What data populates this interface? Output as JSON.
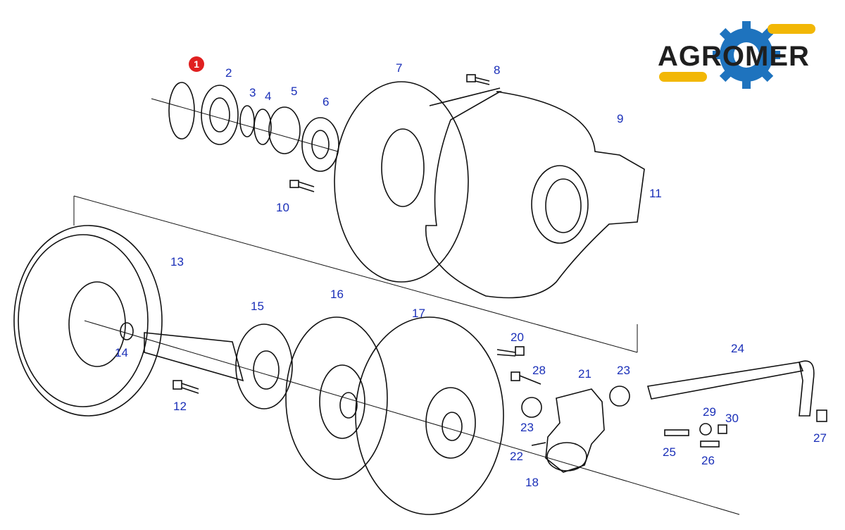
{
  "brand": {
    "name": "AGROMER",
    "colors": {
      "gear": "#1e73be",
      "wheat": "#f2b705",
      "text": "#1f1f1f"
    }
  },
  "badge": {
    "text": "1",
    "color": "#e02020"
  },
  "labels": {
    "p1": "2",
    "p2": "3",
    "p3": "4",
    "p4": "5",
    "p5": "6",
    "p6": "7",
    "p7": "8",
    "p8": "9",
    "p9": "10",
    "p10": "11",
    "p11": "13",
    "p12": "14",
    "p13": "12",
    "p14": "15",
    "p15": "16",
    "p16": "17",
    "p17": "20",
    "p18": "28",
    "p19": "21",
    "p20": "23",
    "p21": "23",
    "p22": "22",
    "p23": "18",
    "p24": "24",
    "p25": "29",
    "p26": "30",
    "p27": "25",
    "p28": "26",
    "p29": "27"
  },
  "label_color": "#1a2fb8"
}
